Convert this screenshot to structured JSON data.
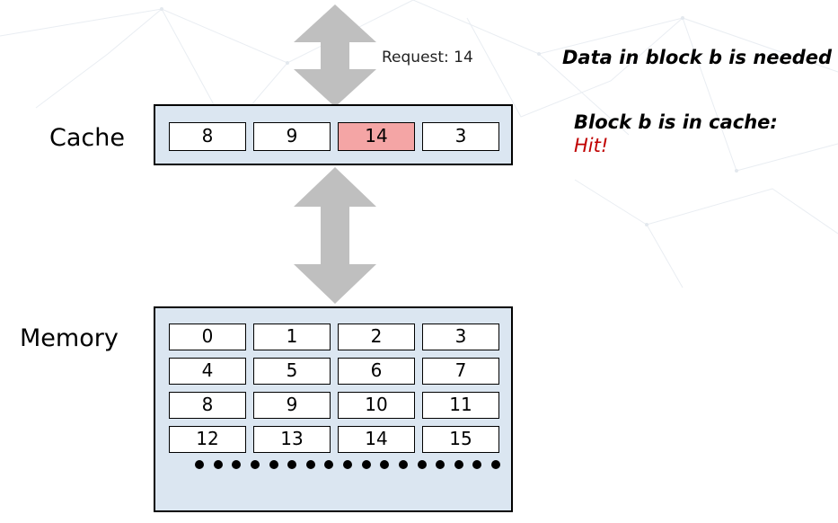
{
  "labels": {
    "cache": "Cache",
    "memory": "Memory",
    "request": "Request: 14"
  },
  "notes": {
    "data_needed": "Data in block b is needed",
    "block_in_cache": "Block b is in cache:",
    "hit": "Hit!"
  },
  "cache": {
    "blocks": [
      "8",
      "9",
      "14",
      "3"
    ],
    "hit_index": 2
  },
  "memory": {
    "rows": [
      [
        "0",
        "1",
        "2",
        "3"
      ],
      [
        "4",
        "5",
        "6",
        "7"
      ],
      [
        "8",
        "9",
        "10",
        "11"
      ],
      [
        "12",
        "13",
        "14",
        "15"
      ]
    ]
  },
  "colors": {
    "box_fill": "#dbe6f1",
    "hit_fill": "#f4a5a5",
    "hit_text": "#c00000",
    "arrow": "#bfbfbf"
  }
}
